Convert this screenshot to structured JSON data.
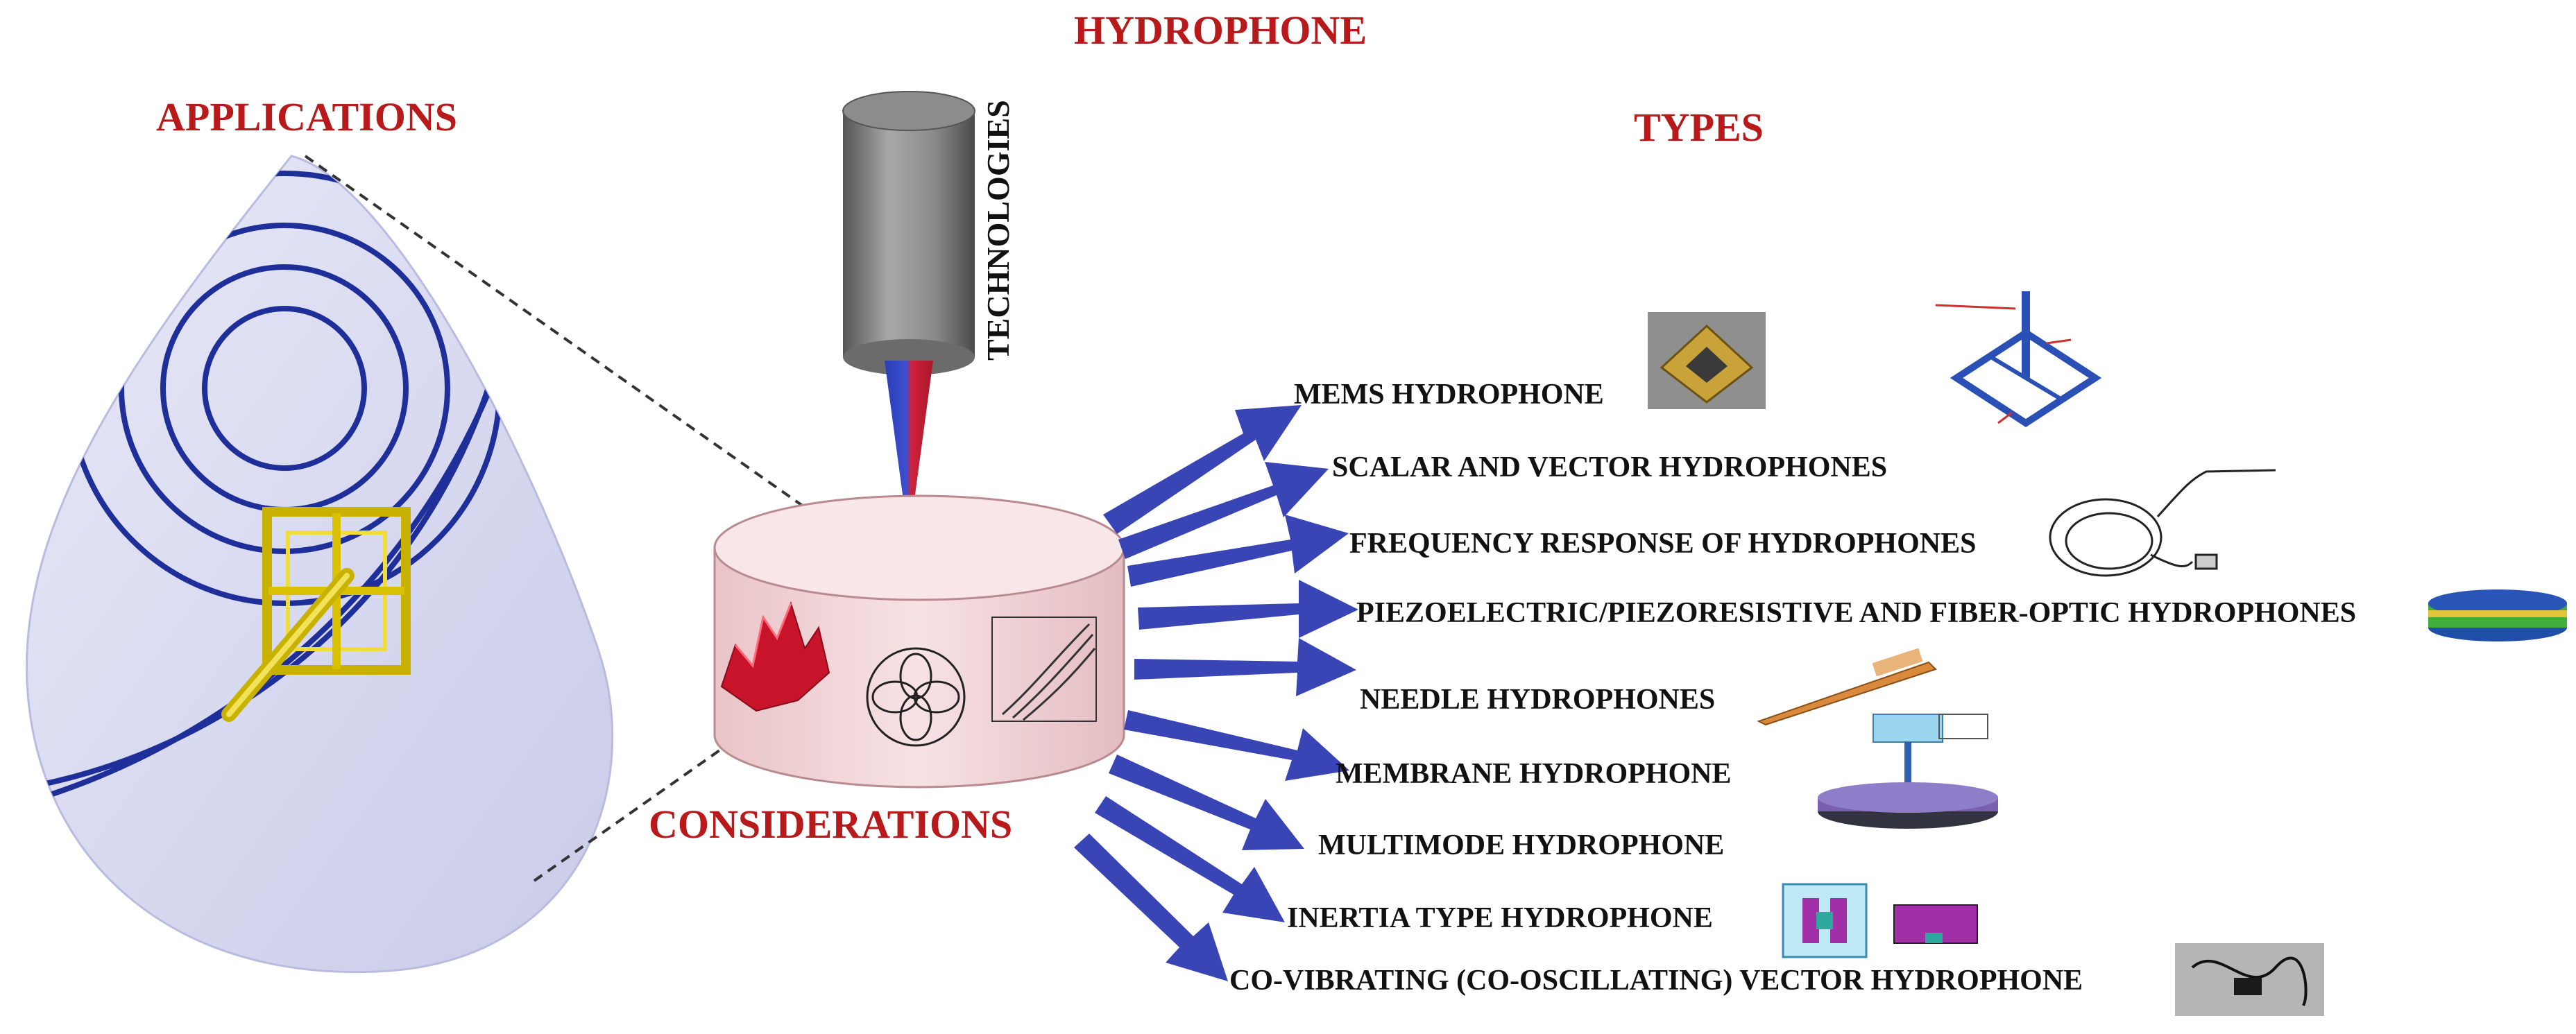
{
  "title": "HYDROPHONE",
  "applications_label": "APPLICATIONS",
  "types_label": "TYPES",
  "technologies_label": "TECHNOLOGIES",
  "considerations_label": "CONSIDERATIONS",
  "types": [
    "MEMS HYDROPHONE",
    "SCALAR AND VECTOR HYDROPHONES",
    "FREQUENCY RESPONSE OF HYDROPHONES",
    "PIEZOELECTRIC/PIEZORESISTIVE AND FIBER-OPTIC HYDROPHONES",
    "NEEDLE HYDROPHONES",
    "MEMBRANE HYDROPHONE",
    "MULTIMODE HYDROPHONE",
    "INERTIA TYPE HYDROPHONE",
    "CO-VIBRATING (CO-OSCILLATING) VECTOR HYDROPHONE"
  ],
  "colors": {
    "heading": "#b8191b",
    "arrow": "#3a45b5",
    "drop_fill": "#d7d9f0",
    "ring": "#1f2f9a",
    "cylinder_fill": "#f5d9dc"
  }
}
